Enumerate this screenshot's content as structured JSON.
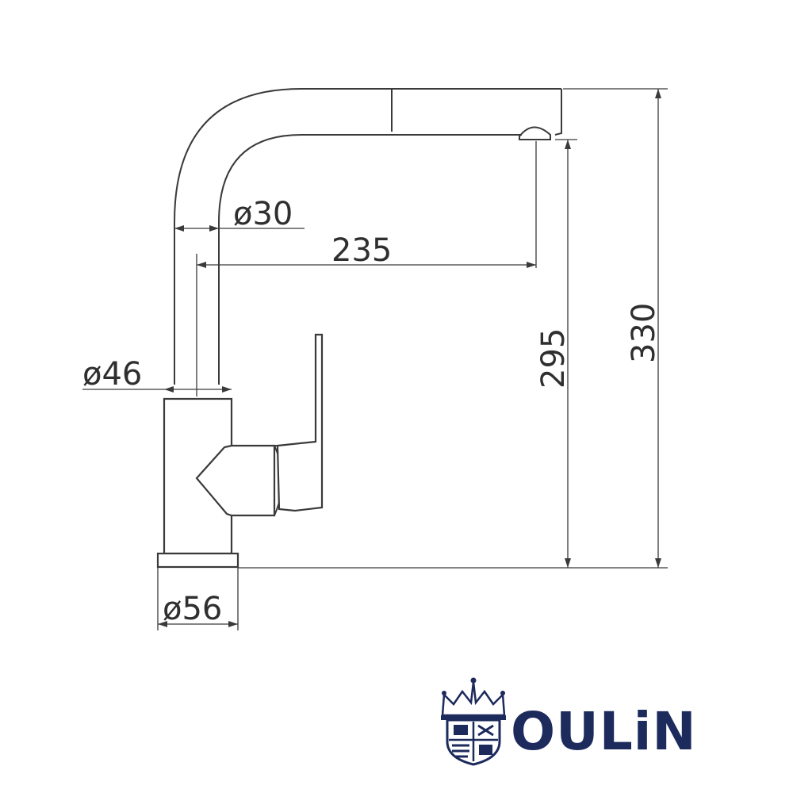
{
  "diagram": {
    "dimensions": {
      "spout_diameter": "ø30",
      "reach": "235",
      "body_diameter": "ø46",
      "base_diameter": "ø56",
      "spout_height": "295",
      "total_height": "330"
    }
  },
  "logo": {
    "text": "OULiN",
    "color": "#1c2a5c"
  }
}
